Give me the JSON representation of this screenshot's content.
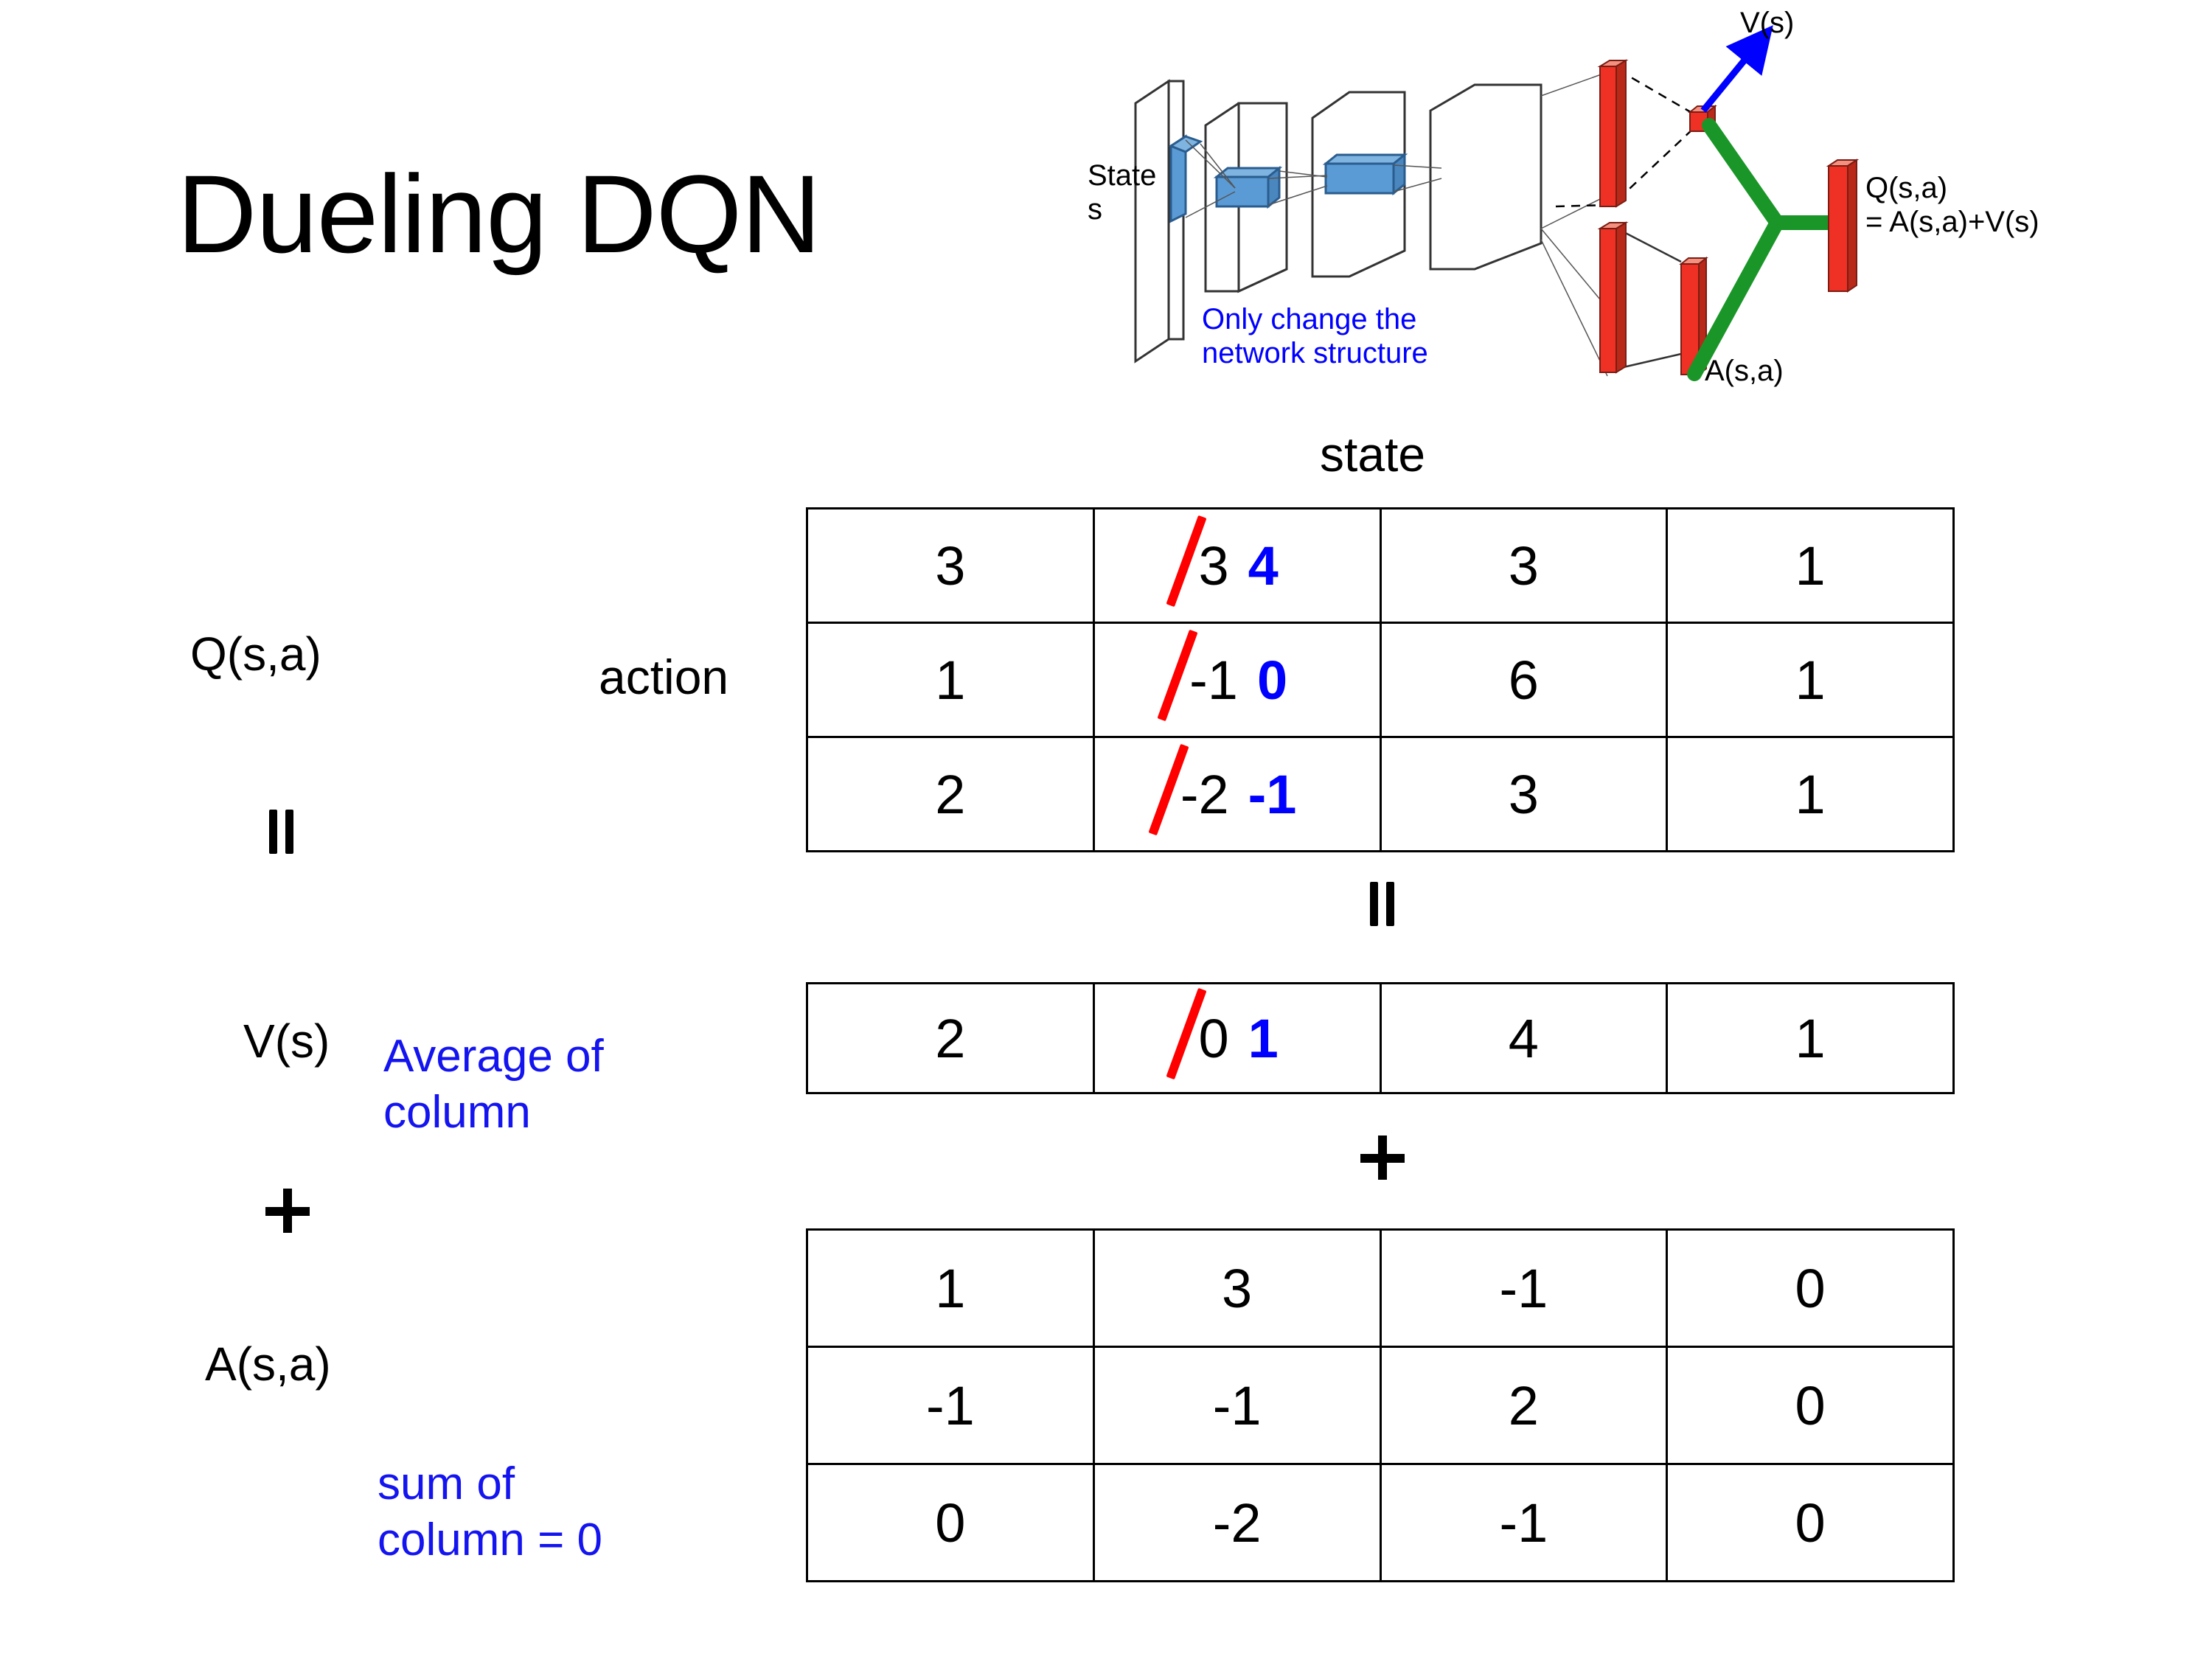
{
  "slide": {
    "title": "Dueling DQN"
  },
  "diagram": {
    "state_label_line1": "State",
    "state_label_line2": "s",
    "note_line1": "Only change the",
    "note_line2": "network structure",
    "v_output_label": "V(s)",
    "a_output_label": "A(s,a)",
    "q_output_line1": "Q(s,a)",
    "q_output_line2": "= A(s,a)+V(s)",
    "colors": {
      "note": "#0000ff",
      "arrow": "#0000ff",
      "bar": "#ee3124",
      "merge": "#1a9628",
      "input_block": "#5b9bd5"
    }
  },
  "labels": {
    "q_label": "Q(s,a)",
    "v_label": "V(s)",
    "a_label": "A(s,a)",
    "action_axis": "action",
    "state_axis": "state",
    "average_note_line1": "Average of",
    "average_note_line2": "column",
    "sum_note_line1": "sum of",
    "sum_note_line2": "column = 0"
  },
  "chart_data": {
    "type": "table",
    "title": "Dueling DQN value decomposition Q(s,a) = V(s) + A(s,a)",
    "xlabel": "state",
    "ylabel": "action",
    "tables": [
      {
        "name": "Q(s,a)",
        "rows": [
          [
            "3",
            "3",
            "3",
            "1"
          ],
          [
            "1",
            "-1",
            "6",
            "1"
          ],
          [
            "2",
            "-2",
            "3",
            "1"
          ]
        ],
        "corrections": [
          {
            "row": 0,
            "col": 1,
            "old": "3",
            "new": "4"
          },
          {
            "row": 1,
            "col": 1,
            "old": "-1",
            "new": "0"
          },
          {
            "row": 2,
            "col": 1,
            "old": "-2",
            "new": "-1"
          }
        ]
      },
      {
        "name": "V(s)",
        "rows": [
          [
            "2",
            "0",
            "4",
            "1"
          ]
        ],
        "corrections": [
          {
            "row": 0,
            "col": 1,
            "old": "0",
            "new": "1"
          }
        ]
      },
      {
        "name": "A(s,a)",
        "rows": [
          [
            "1",
            "3",
            "-1",
            "0"
          ],
          [
            "-1",
            "-1",
            "2",
            "0"
          ],
          [
            "0",
            "-2",
            "-1",
            "0"
          ]
        ],
        "corrections": []
      }
    ],
    "operators": {
      "q_to_v": "=",
      "v_to_a": "+",
      "left_eq": "=",
      "left_plus": "+"
    }
  }
}
